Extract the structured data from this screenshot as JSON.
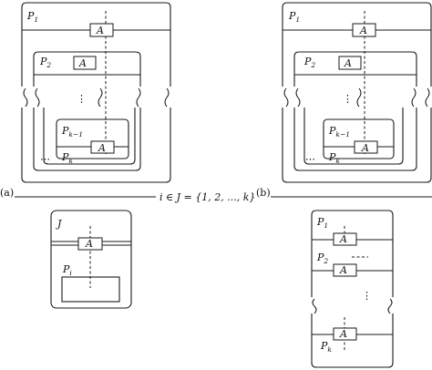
{
  "panels": {
    "a": {
      "label": "(a)",
      "top": {
        "boxes": {
          "p1": "P",
          "p1_sub": "1",
          "p2": "P",
          "p2_sub": "2",
          "pk1": "P",
          "pk1_sub": "k−1",
          "pk": "P",
          "pk_sub": "k"
        },
        "operator": "A",
        "vdots": "⋮",
        "cdots": "⋯"
      },
      "condition": "i ∈ J = {1, 2, ..., k}",
      "bottom": {
        "outer_label": "J",
        "inner_label": "P",
        "inner_sub": "i",
        "operator": "A"
      }
    },
    "b": {
      "label": "(b)",
      "top": {
        "boxes": {
          "p1": "P",
          "p1_sub": "1",
          "p2": "P",
          "p2_sub": "2",
          "pk1": "P",
          "pk1_sub": "k−1",
          "pk": "P",
          "pk_sub": "k"
        },
        "operator": "A",
        "vdots": "⋮",
        "cdots": "⋯"
      },
      "bottom": {
        "labels": {
          "p1": "P",
          "p1_sub": "1",
          "p2": "P",
          "p2_sub": "2",
          "pk": "P",
          "pk_sub": "k"
        },
        "operator": "A",
        "vdots": "⋮"
      }
    }
  }
}
